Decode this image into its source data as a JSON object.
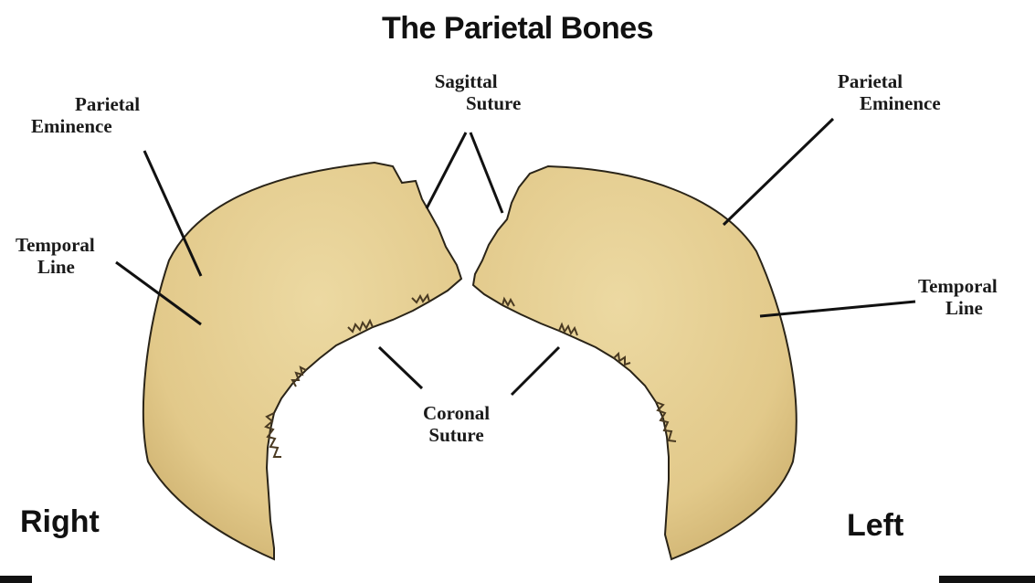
{
  "title": "The Parietal Bones",
  "labels": {
    "sagittal_suture": {
      "line1": "Sagittal",
      "line2": "Suture"
    },
    "right_parietal_eminence": {
      "line1": "Parietal",
      "line2": "Eminence"
    },
    "left_parietal_eminence": {
      "line1": "Parietal",
      "line2": "Eminence"
    },
    "right_temporal_line": {
      "line1": "Temporal",
      "line2": "Line"
    },
    "left_temporal_line": {
      "line1": "Temporal",
      "line2": "Line"
    },
    "coronal_suture": {
      "line1": "Coronal",
      "line2": "Suture"
    }
  },
  "sides": {
    "right": "Right",
    "left": "Left"
  },
  "colors": {
    "bone": "#e6cf92",
    "bone_shadow": "#c9ac68",
    "outline": "#2a2418",
    "line": "#111111"
  }
}
